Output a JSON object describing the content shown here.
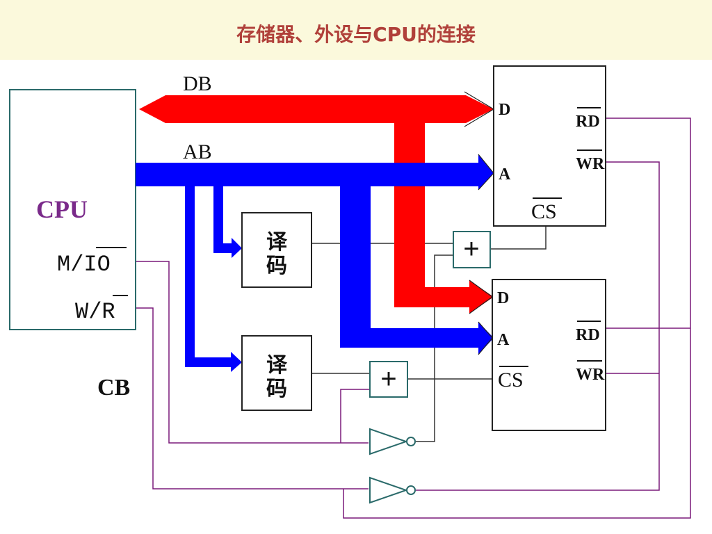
{
  "title": "存储器、外设与CPU的连接",
  "cpu": {
    "name": "CPU",
    "mio": "M/IO",
    "wr": "W/R"
  },
  "buses": {
    "db": "DB",
    "ab": "AB",
    "cb": "CB"
  },
  "decoder": {
    "top": "译",
    "bottom": "码"
  },
  "gate": {
    "or_symbol": "+"
  },
  "device": {
    "d": "D",
    "a": "A",
    "cs": "CS",
    "rd": "RD",
    "wr": "WR"
  },
  "colors": {
    "data_bus": "#ff0000",
    "address_bus": "#0000ff",
    "control_line": "#7a1a7a",
    "title_text": "#b0403a",
    "cpu_label": "#7a2a8a",
    "title_bg": "#fbf9dc"
  }
}
